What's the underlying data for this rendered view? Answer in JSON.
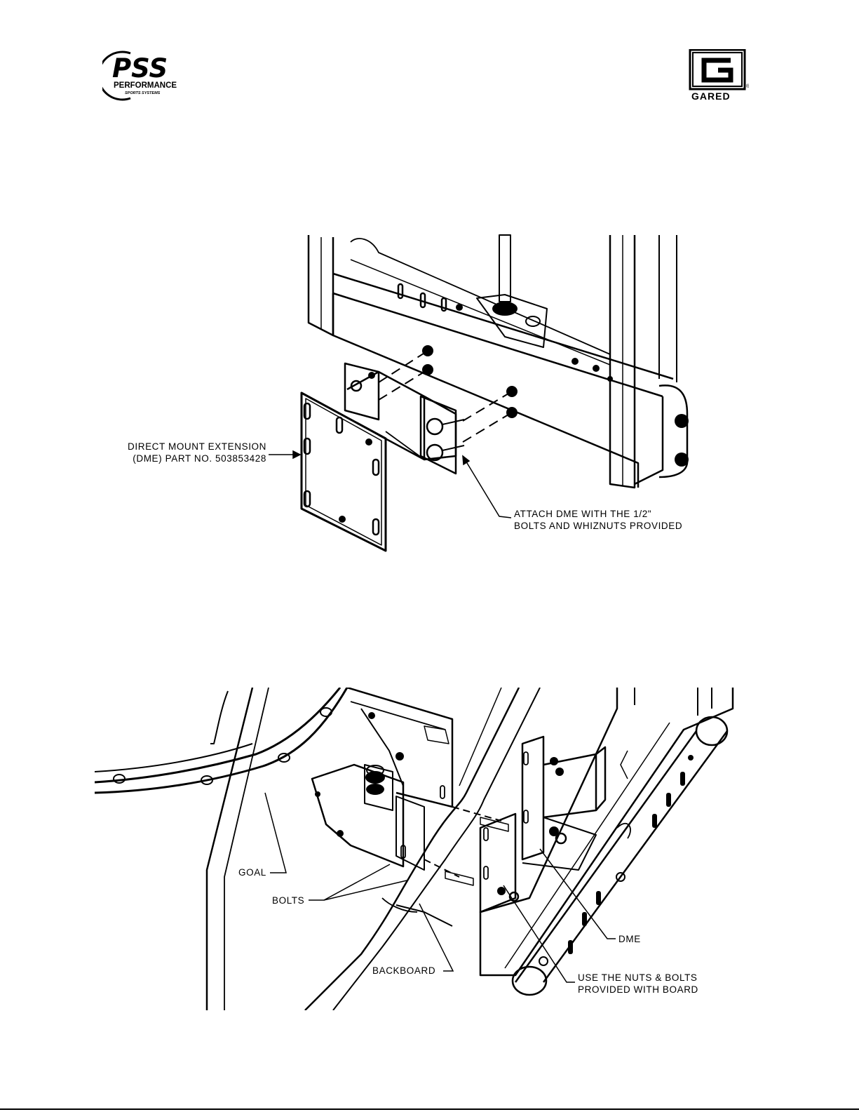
{
  "header": {
    "left_logo": {
      "mark": "PSS",
      "name": "PERFORMANCE",
      "tagline": "SPORTS SYSTEMS"
    },
    "right_logo": {
      "mark": "G",
      "name": "GARED",
      "reg": "®"
    }
  },
  "figure1": {
    "dme_label": "DIRECT MOUNT EXTENSION\n(DME) PART NO. 503853428",
    "attach_label": "ATTACH DME WITH THE 1/2\"\nBOLTS AND WHIZNUTS PROVIDED"
  },
  "figure2": {
    "goal_label": "GOAL",
    "bolts_label": "BOLTS",
    "backboard_label": "BACKBOARD",
    "dme_label": "DME",
    "nuts_label": "USE THE NUTS & BOLTS\nPROVIDED WITH BOARD"
  },
  "colors": {
    "ink": "#000000",
    "paper": "#ffffff"
  }
}
